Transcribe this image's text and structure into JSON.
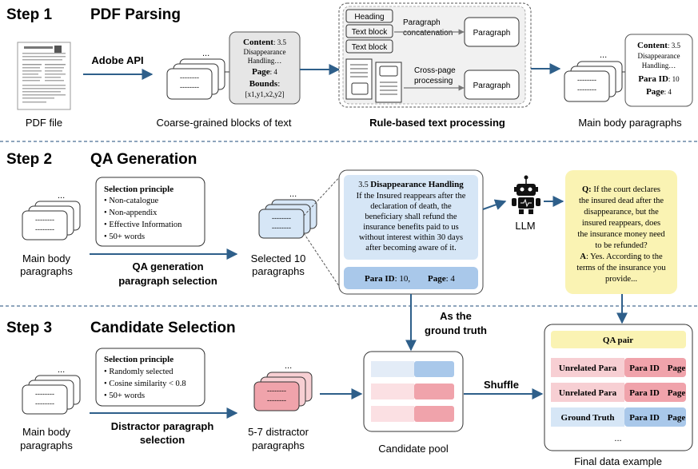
{
  "colors": {
    "arrow": "#2e5f8a",
    "dash": "#4a6f95",
    "yellow": "#faf3b3",
    "blue_light": "#d6e6f6",
    "blue_mid": "#a9c8ea",
    "pink_light": "#f7cfd3",
    "pink_mid": "#f0a3ab"
  },
  "step1": {
    "title": "Step 1",
    "name": "PDF Parsing",
    "pdf_file": "PDF file",
    "adobe_api": "Adobe API",
    "coarse_caption": "Coarse-grained blocks of text",
    "content_label": "Content",
    "content_val": ": 3.5",
    "content_line2": "Disappearance",
    "content_line3": "Handling…",
    "page_label": "Page",
    "page_val": ": 4",
    "bounds_label": "Bounds",
    "bounds_colon": ":",
    "bounds_val": "[x1,y1,x2,y2]",
    "heading_block": "Heading",
    "text_block_1": "Text block",
    "text_block_2": "Text block",
    "para_concat_1": "Paragraph",
    "para_concat_2": "concatenation",
    "paragraph_1": "Paragraph",
    "cross_page_1": "Cross-page",
    "cross_page_2": "processing",
    "paragraph_2": "Paragraph",
    "rule_caption": "Rule-based text processing",
    "main_content_label": "Content",
    "main_content_val": ": 3.5",
    "main_content_line2": "Disappearance",
    "main_content_line3": "Handling…",
    "main_paraid_label": "Para ID",
    "main_paraid_val": ": 10",
    "main_page_label": "Page",
    "main_page_val": ": 4",
    "main_caption": "Main body paragraphs"
  },
  "step2": {
    "title": "Step 2",
    "name": "QA Generation",
    "main_body_1": "Main body",
    "main_body_2": "paragraphs",
    "selection_title": "Selection principle",
    "principles": [
      "Non-catalogue",
      "Non-appendix",
      "Effective Information",
      "50+ words"
    ],
    "arrow_caption_1": "QA generation",
    "arrow_caption_2": "paragraph selection",
    "selected_1": "Selected 10",
    "selected_2": "paragraphs",
    "para_heading_num": "3.5 ",
    "para_heading_bold": "Disappearance Handling",
    "para_lines": [
      "If the Insured reappears after the",
      "declaration of death, the",
      "beneficiary shall refund the",
      "insurance benefits paid to us",
      "without interest within 30 days",
      "after becoming aware of it."
    ],
    "paraid_label": "Para ID",
    "paraid_val": ": 10,",
    "page_label": "Page",
    "page_val": ": 4",
    "llm": "LLM",
    "robot_icon": "robot-icon",
    "q_label": "Q:",
    "q_lines": [
      "If the court declares",
      "the insured dead after the",
      "disappearance, but the",
      "insured reappears, does",
      "the insurance money need",
      "to be refunded?"
    ],
    "a_label": "A",
    "a_lines": [
      ": Yes. According to the",
      "terms of the insurance you",
      "provide..."
    ]
  },
  "step3": {
    "title": "Step 3",
    "name": "Candidate Selection",
    "main_body_1": "Main body",
    "main_body_2": "paragraphs",
    "selection_title": "Selection principle",
    "principles": [
      "Randomly selected",
      "Cosine similarity < 0.8",
      "50+ words"
    ],
    "arrow_caption_1": "Distractor paragraph",
    "arrow_caption_2": "selection",
    "distractor_1": "5-7 distractor",
    "distractor_2": "paragraphs",
    "ground_truth_1": "As the",
    "ground_truth_2": "ground truth",
    "shuffle": "Shuffle",
    "candidate_pool": "Candidate pool",
    "qa_pair": "QA pair",
    "rows": [
      {
        "left": "Unrelated Para",
        "mid": "Para ID",
        "right": "Page",
        "kind": "pink"
      },
      {
        "left": "Unrelated Para",
        "mid": "Para ID",
        "right": "Page",
        "kind": "pink"
      },
      {
        "left": "Ground Truth",
        "mid": "Para ID",
        "right": "Page",
        "kind": "blue"
      }
    ],
    "final_caption": "Final data example"
  },
  "misc": {
    "ellipsis": "...",
    "dashes": "--------"
  }
}
